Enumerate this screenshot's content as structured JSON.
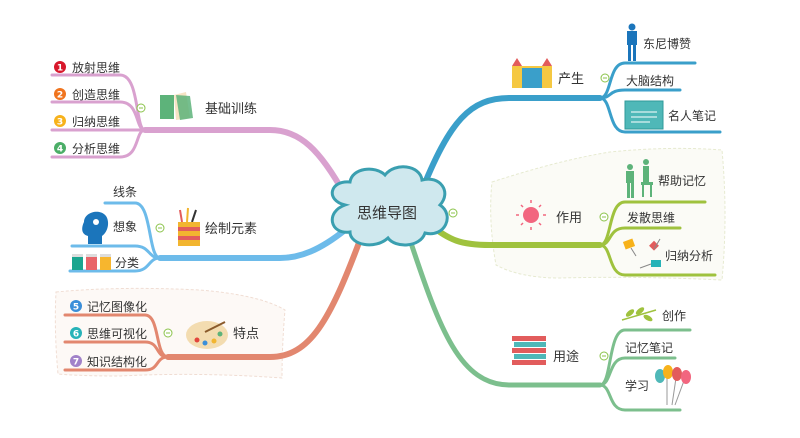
{
  "center": {
    "label": "思维导图"
  },
  "branches": {
    "basic": {
      "label": "基础训练",
      "color": "#d9a1cf",
      "children": [
        "放射思维",
        "创造思维",
        "归纳思维",
        "分析思维"
      ],
      "numbers": [
        "1",
        "2",
        "3",
        "4"
      ],
      "num_colors": [
        "#d8172b",
        "#f0741e",
        "#f7b21b",
        "#4bae67"
      ]
    },
    "draw": {
      "label": "绘制元素",
      "color": "#6dbbea",
      "children": [
        "线条",
        "想象",
        "分类"
      ]
    },
    "feature": {
      "label": "特点",
      "color": "#e2876f",
      "children": [
        "记忆图像化",
        "思维可视化",
        "知识结构化"
      ],
      "numbers": [
        "5",
        "6",
        "7"
      ],
      "num_colors": [
        "#3b8fd9",
        "#27b3b8",
        "#a182c9"
      ]
    },
    "origin": {
      "label": "产生",
      "color": "#3a9fca",
      "children": [
        "东尼博赞",
        "大脑结构",
        "名人笔记"
      ]
    },
    "effect": {
      "label": "作用",
      "color": "#9fc23e",
      "children": [
        "帮助记忆",
        "发散思维",
        "归纳分析"
      ]
    },
    "use": {
      "label": "用途",
      "color": "#7cbf8d",
      "children": [
        "创作",
        "记忆笔记",
        "学习"
      ]
    }
  }
}
